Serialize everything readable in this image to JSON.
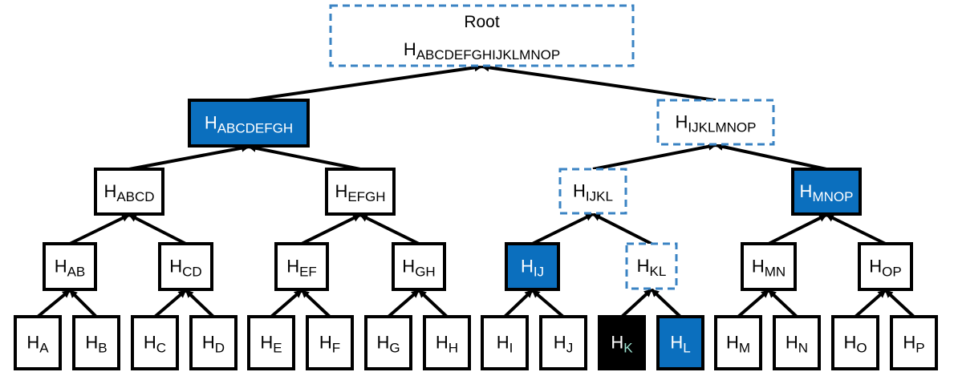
{
  "colors": {
    "highlight": "#0b6fbe",
    "target": "#000000",
    "dashed": "#3a83c3",
    "stroke": "#000000",
    "text": "#000000"
  },
  "nodes": [
    {
      "id": "root",
      "title": "Root",
      "base": "H",
      "sub": "ABCDEFGHIJKLMNOP",
      "style": "dashed"
    },
    {
      "id": "abcdefgh",
      "base": "H",
      "sub": "ABCDEFGH",
      "style": "highlight"
    },
    {
      "id": "ijklmnop",
      "base": "H",
      "sub": "IJKLMNOP",
      "style": "dashed"
    },
    {
      "id": "abcd",
      "base": "H",
      "sub": "ABCD",
      "style": "normal"
    },
    {
      "id": "efgh",
      "base": "H",
      "sub": "EFGH",
      "style": "normal"
    },
    {
      "id": "ijkl",
      "base": "H",
      "sub": "IJKL",
      "style": "dashed"
    },
    {
      "id": "mnop",
      "base": "H",
      "sub": "MNOP",
      "style": "highlight"
    },
    {
      "id": "ab",
      "base": "H",
      "sub": "AB",
      "style": "normal"
    },
    {
      "id": "cd",
      "base": "H",
      "sub": "CD",
      "style": "normal"
    },
    {
      "id": "ef",
      "base": "H",
      "sub": "EF",
      "style": "normal"
    },
    {
      "id": "gh",
      "base": "H",
      "sub": "GH",
      "style": "normal"
    },
    {
      "id": "ij",
      "base": "H",
      "sub": "IJ",
      "style": "highlight"
    },
    {
      "id": "kl",
      "base": "H",
      "sub": "KL",
      "style": "dashed"
    },
    {
      "id": "mn",
      "base": "H",
      "sub": "MN",
      "style": "normal"
    },
    {
      "id": "op",
      "base": "H",
      "sub": "OP",
      "style": "normal"
    },
    {
      "id": "a",
      "base": "H",
      "sub": "A",
      "style": "normal"
    },
    {
      "id": "b",
      "base": "H",
      "sub": "B",
      "style": "normal"
    },
    {
      "id": "c",
      "base": "H",
      "sub": "C",
      "style": "normal"
    },
    {
      "id": "d",
      "base": "H",
      "sub": "D",
      "style": "normal"
    },
    {
      "id": "e",
      "base": "H",
      "sub": "E",
      "style": "normal"
    },
    {
      "id": "f",
      "base": "H",
      "sub": "F",
      "style": "normal"
    },
    {
      "id": "g",
      "base": "H",
      "sub": "G",
      "style": "normal"
    },
    {
      "id": "h",
      "base": "H",
      "sub": "H",
      "style": "normal"
    },
    {
      "id": "i",
      "base": "H",
      "sub": "I",
      "style": "normal"
    },
    {
      "id": "j",
      "base": "H",
      "sub": "J",
      "style": "normal"
    },
    {
      "id": "k",
      "base": "H",
      "sub": "K",
      "style": "target"
    },
    {
      "id": "l",
      "base": "H",
      "sub": "L",
      "style": "highlight"
    },
    {
      "id": "m",
      "base": "H",
      "sub": "M",
      "style": "normal"
    },
    {
      "id": "n",
      "base": "H",
      "sub": "N",
      "style": "normal"
    },
    {
      "id": "o",
      "base": "H",
      "sub": "O",
      "style": "normal"
    },
    {
      "id": "p",
      "base": "H",
      "sub": "P",
      "style": "normal"
    }
  ],
  "edges": [
    {
      "from": "abcdefgh",
      "to": "root"
    },
    {
      "from": "ijklmnop",
      "to": "root"
    },
    {
      "from": "abcd",
      "to": "abcdefgh"
    },
    {
      "from": "efgh",
      "to": "abcdefgh"
    },
    {
      "from": "ijkl",
      "to": "ijklmnop"
    },
    {
      "from": "mnop",
      "to": "ijklmnop"
    },
    {
      "from": "ab",
      "to": "abcd"
    },
    {
      "from": "cd",
      "to": "abcd"
    },
    {
      "from": "ef",
      "to": "efgh"
    },
    {
      "from": "gh",
      "to": "efgh"
    },
    {
      "from": "ij",
      "to": "ijkl"
    },
    {
      "from": "kl",
      "to": "ijkl"
    },
    {
      "from": "mn",
      "to": "mnop"
    },
    {
      "from": "op",
      "to": "mnop"
    },
    {
      "from": "a",
      "to": "ab"
    },
    {
      "from": "b",
      "to": "ab"
    },
    {
      "from": "c",
      "to": "cd"
    },
    {
      "from": "d",
      "to": "cd"
    },
    {
      "from": "e",
      "to": "ef"
    },
    {
      "from": "f",
      "to": "ef"
    },
    {
      "from": "g",
      "to": "gh"
    },
    {
      "from": "h",
      "to": "gh"
    },
    {
      "from": "i",
      "to": "ij"
    },
    {
      "from": "j",
      "to": "ij"
    },
    {
      "from": "k",
      "to": "kl"
    },
    {
      "from": "l",
      "to": "kl"
    },
    {
      "from": "m",
      "to": "mn"
    },
    {
      "from": "n",
      "to": "mn"
    },
    {
      "from": "o",
      "to": "op"
    },
    {
      "from": "p",
      "to": "op"
    }
  ]
}
